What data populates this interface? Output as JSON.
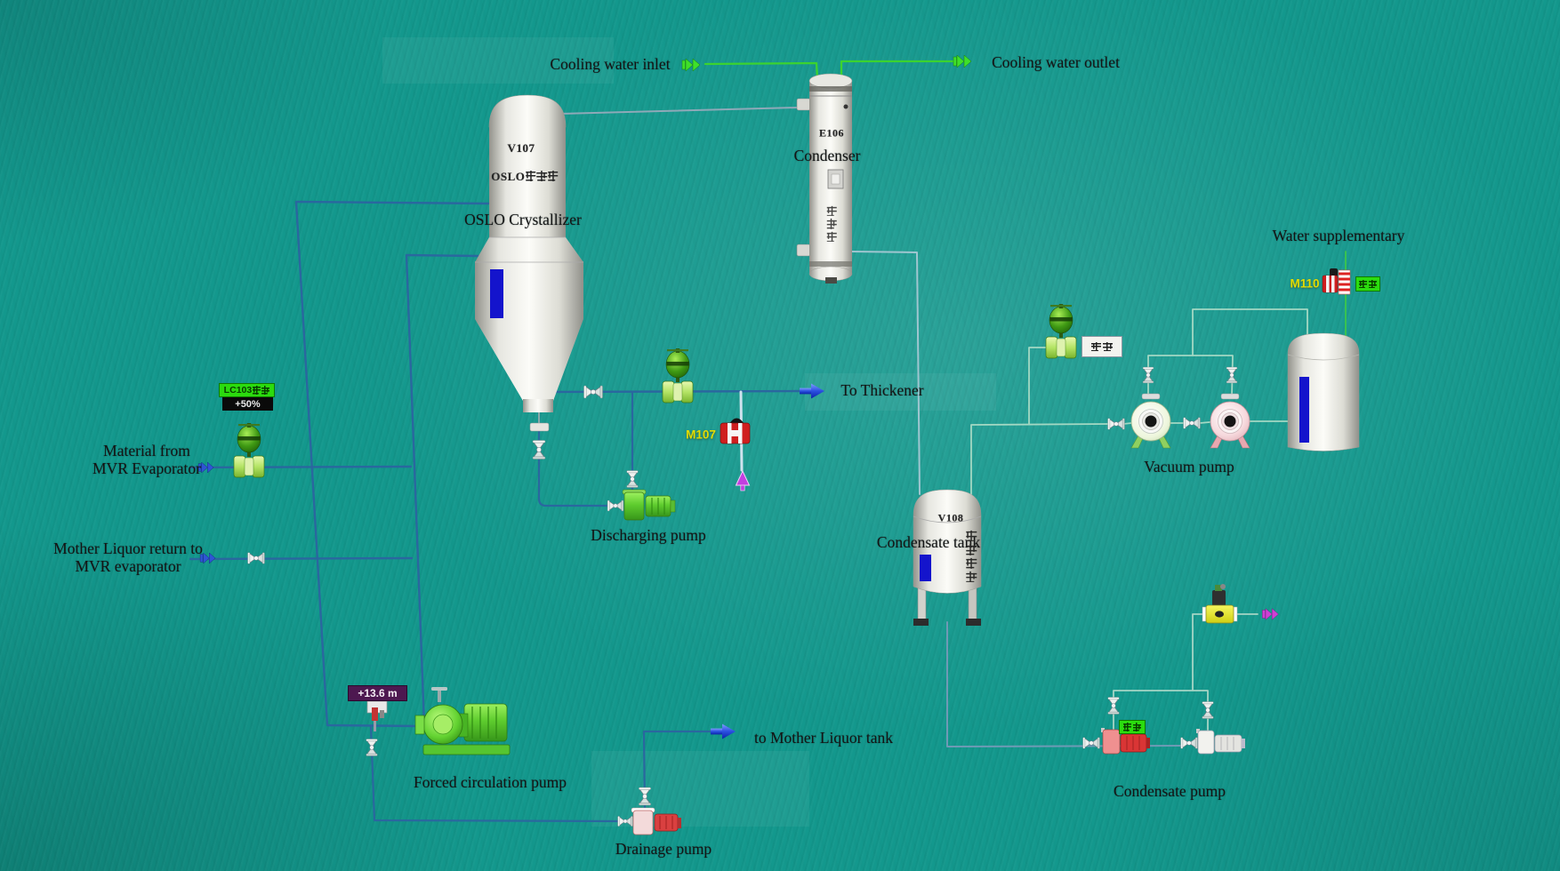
{
  "colors": {
    "background": "#13988d",
    "pipe_process_blue": "#2a679f",
    "pipe_cooling_green": "#3bd32f",
    "pipe_vacuum_light": "#a3d8c3",
    "tag_yellow": "#e3dc00",
    "indicator_green": "#2bdc0e",
    "level_bar_blue": "#1515d0"
  },
  "labels": {
    "cooling_water_inlet": "Cooling water inlet",
    "cooling_water_outlet": "Cooling water outlet",
    "condenser": "Condenser",
    "oslo_crystallizer": "OSLO Crystallizer",
    "to_thickener": "To Thickener",
    "material_line1": "Material from",
    "material_line2": "MVR Evaporator",
    "mother_line1": "Mother Liquor return to",
    "mother_line2": "MVR evaporator",
    "discharging_pump": "Discharging pump",
    "forced_circulation_pump": "Forced circulation pump",
    "drainage_pump": "Drainage pump",
    "to_mother_liquor_tank": "to Mother Liquor tank",
    "condensate_tank": "Condensate tank",
    "vacuum_pump": "Vacuum pump",
    "water_supplementary": "Water supplementary",
    "condensate_pump": "Condensate pump"
  },
  "equipment": {
    "crystallizer_tag": "V107",
    "crystallizer_cn": "OSLO结晶器",
    "condenser_tag": "E106",
    "condenser_cn": "冷凝器",
    "condensate_tank_tag": "V108",
    "condensate_tank_cn": "冷凝水罐"
  },
  "instruments": {
    "lc103_tag": "LC103自动",
    "lc103_value": "+50%",
    "level_value": "+13.6 m",
    "m107_tag": "M107",
    "m110_tag": "M110",
    "vacuum_break_label": "破空",
    "m110_mode": "自动",
    "condensate_pump_mode": "自动"
  }
}
